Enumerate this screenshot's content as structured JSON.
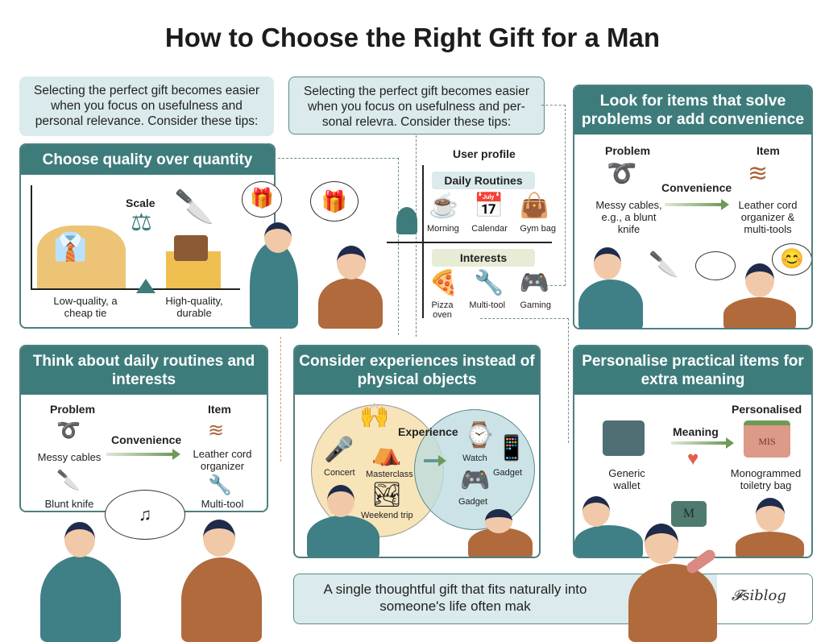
{
  "title": "How to Choose the Right Gift for a Man",
  "intro1": "Selecting the perfect gift becomes easier when you focus on usefulness and personal relevance. Consider these tips:",
  "intro2": "Selecting the perfect gift becomes easier when you focus on usefulness and per-sonal relevra. Consider these tips:",
  "quality": {
    "heading": "Choose quality over quantity",
    "scale": "Scale",
    "low": "Low-quality, a cheap tie",
    "high": "High-quality, durable"
  },
  "profile": {
    "title": "User profile",
    "routines": "Daily Routines",
    "routine_items": [
      "Morning",
      "Calendar",
      "Gym bag"
    ],
    "interests": "Interests",
    "interest_items": [
      "Pizza oven",
      "Multi-tool",
      "Gaming"
    ]
  },
  "solve": {
    "heading": "Look for items that solve problems or add convenience",
    "problem": "Problem",
    "item": "Item",
    "convenience": "Convenience",
    "problem_text": "Messy cables, e.g., a blunt knife",
    "item_text": "Leather cord organizer & multi-tools"
  },
  "routines": {
    "heading": "Think about daily routines and interests",
    "problem": "Problem",
    "item": "Item",
    "convenience": "Convenience",
    "problems": [
      "Messy cables",
      "Blunt knife"
    ],
    "items": [
      "Leather cord organizer",
      "Multi-tool"
    ]
  },
  "experiences": {
    "heading": "Consider experiences instead of physical objects",
    "experience": "Experience",
    "left": [
      "Concert",
      "Masterclass",
      "Weekend trip"
    ],
    "right": [
      "Watch",
      "Gadget",
      "Gadget"
    ]
  },
  "personalise": {
    "heading": "Personalise practical items for extra meaning",
    "personalised": "Personalised",
    "meaning": "Meaning",
    "generic": "Generic wallet",
    "mono": "Monogrammed toiletry bag",
    "mono_letters": "MIS",
    "wallet_letter": "M"
  },
  "footer": "A single thoughtful gift that fits naturally into someone's life often mak",
  "logo": "Fsiblog",
  "colors": {
    "teal": "#3e7c7c",
    "light": "#dbeaec",
    "green": "#6e9a55",
    "brown": "#a8643a"
  }
}
